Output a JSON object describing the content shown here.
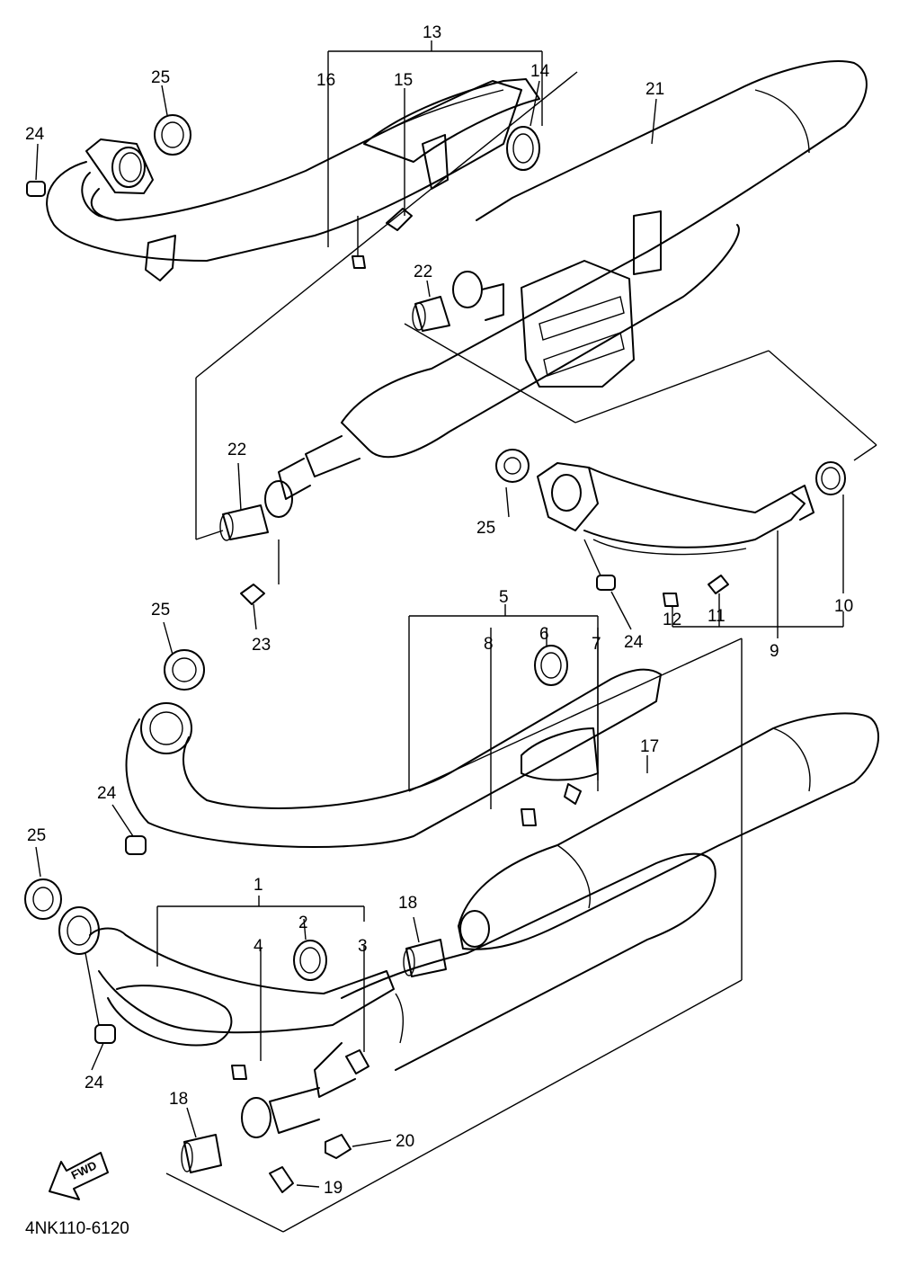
{
  "callouts": {
    "c1": "1",
    "c2": "2",
    "c3": "3",
    "c4": "4",
    "c5": "5",
    "c6": "6",
    "c7": "7",
    "c8": "8",
    "c9": "9",
    "c10": "10",
    "c11": "11",
    "c12": "12",
    "c13": "13",
    "c14": "14",
    "c15": "15",
    "c16": "16",
    "c17": "17",
    "c18a": "18",
    "c18b": "18",
    "c19": "19",
    "c20": "20",
    "c21": "21",
    "c22a": "22",
    "c22b": "22",
    "c23": "23",
    "c24a": "24",
    "c24b": "24",
    "c24c": "24",
    "c24d": "24",
    "c25a": "25",
    "c25b": "25",
    "c25c": "25",
    "c25d": "25"
  },
  "fwd_label": "FWD",
  "drawing_code": "4NK110-6120"
}
